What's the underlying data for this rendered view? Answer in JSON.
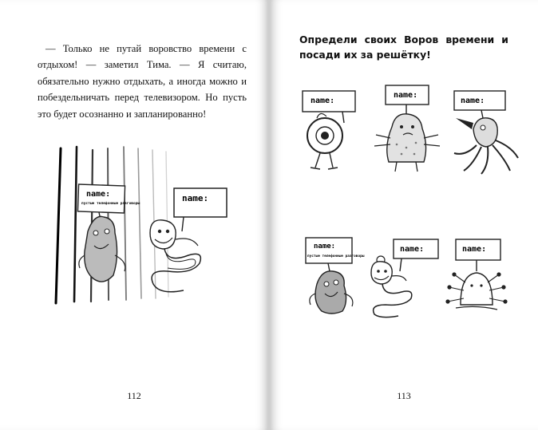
{
  "left_page": {
    "paragraph": "— Только не путай воровство времени с отдыхом! — заметил Тима. — Я считаю, обязательно нужно отдыхать, а иногда можно и побездельничать перед телевизором. Но пусть это будет осознанно и запланированно!",
    "illustration": {
      "sign_big": "name:",
      "sign_small_title": "name:",
      "sign_small_caption": "пустые телефонные разговоры"
    },
    "page_number": "112"
  },
  "right_page": {
    "heading": "Определи своих Воров времени и посади их за решётку!",
    "sign_label": "name:",
    "small_sign_caption": "пустые телефонные разговоры",
    "page_number": "113"
  }
}
